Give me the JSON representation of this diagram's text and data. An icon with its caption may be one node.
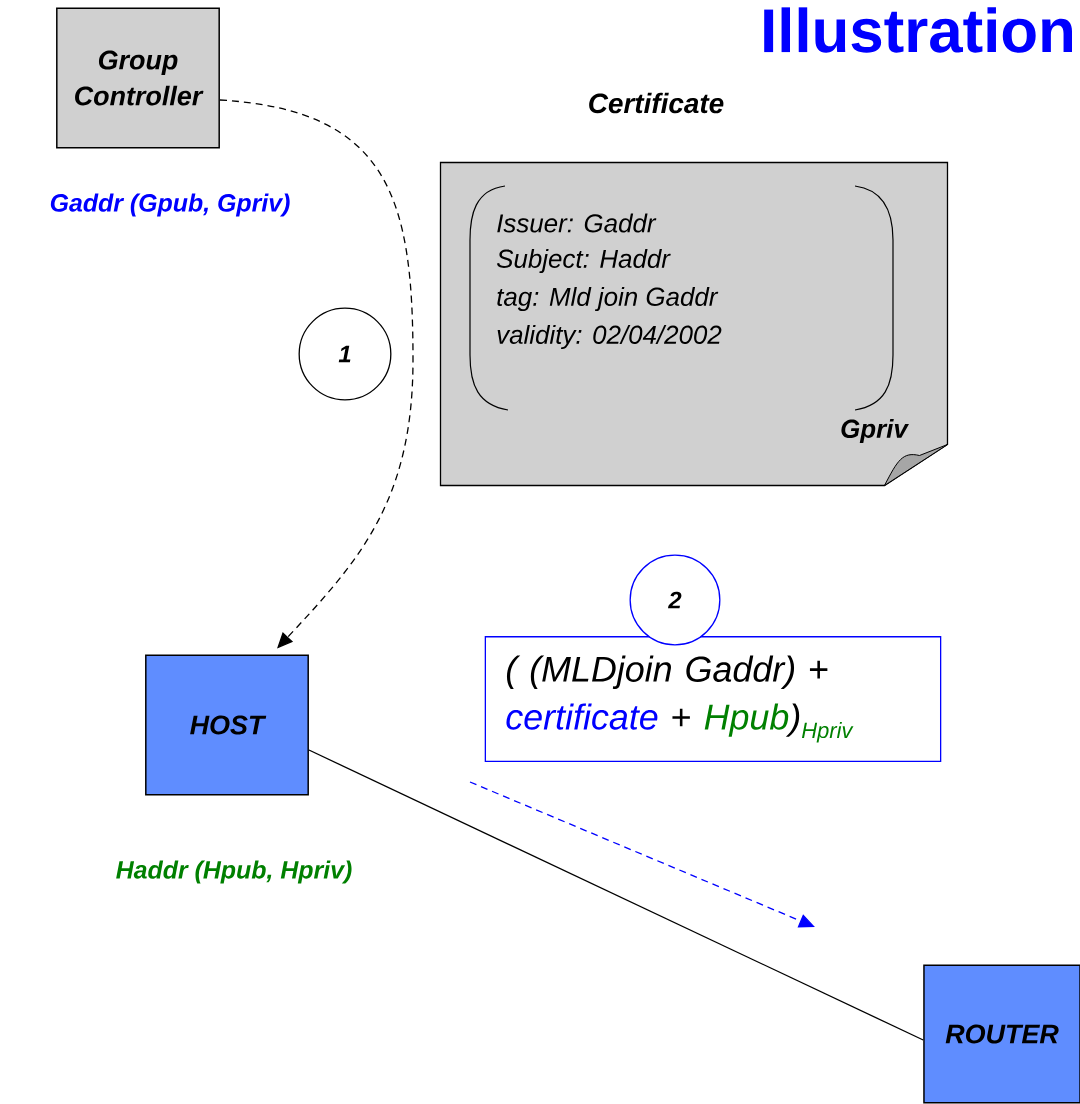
{
  "diagram": {
    "title": "Illustration",
    "nodes": [
      {
        "text": [
          "Group Controller"
        ],
        "beside": [
          "Gaddr (Gpub, Gpriv)"
        ]
      },
      {
        "text": [
          "1"
        ]
      },
      {
        "text": [
          "Certificate",
          "Issuer: Gaddr",
          "Subject: Haddr",
          "tag: Mld join Gaddr",
          "validity: 02/04/2002",
          "Gpriv"
        ]
      },
      {
        "text": [
          "HOST"
        ],
        "beside": [
          "Haddr (Hpub, Hpriv)"
        ]
      },
      {
        "text": [
          "2"
        ]
      },
      {
        "text": [
          "( (MLDjoin Gaddr)",
          "+",
          "certificate",
          "+",
          "Hpub",
          ")",
          "Hpriv"
        ]
      },
      {
        "text": [
          "ROUTER"
        ]
      }
    ],
    "edges": [
      {
        "from": 0,
        "to": 3,
        "arrow": "to",
        "style": "dashed"
      },
      {
        "from": 3,
        "to": 6,
        "arrow": "none"
      }
    ]
  }
}
